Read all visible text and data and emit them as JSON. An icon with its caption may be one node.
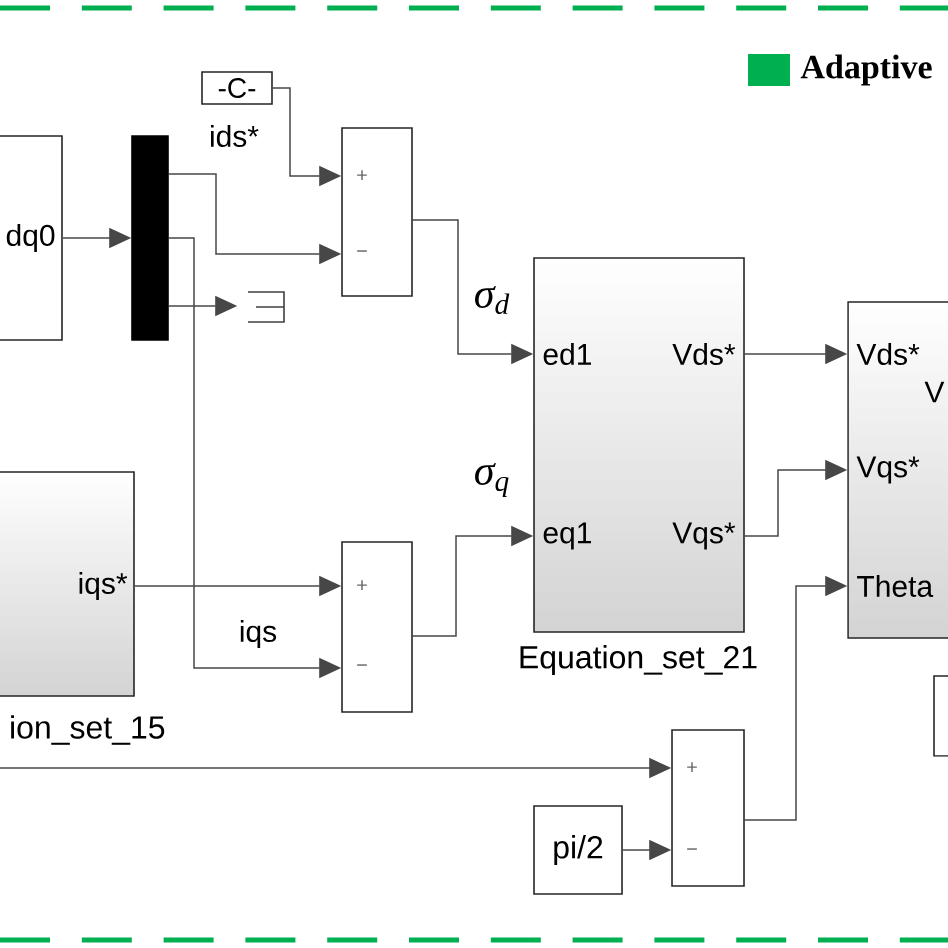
{
  "diagram": {
    "nodes": [
      {
        "text": [
          "dq0"
        ]
      },
      {
        "text": [],
        "shape": "bar"
      },
      {
        "text": [
          "-C-"
        ],
        "beside": [
          "ids*"
        ]
      },
      {
        "text": [
          "+",
          "−"
        ]
      },
      {
        "text": [],
        "shape": "bracket"
      },
      {
        "text": [
          "iqs*",
          "ion_set_15"
        ]
      },
      {
        "text": [
          "+",
          "−"
        ]
      },
      {
        "text": [
          "ed1",
          "Vds*",
          "eq1",
          "Vqs*",
          "Equation_set_21"
        ]
      },
      {
        "text": [
          "Vds*",
          "V",
          "Vqs*",
          "Theta"
        ]
      },
      {
        "text": [
          "+",
          "−"
        ]
      },
      {
        "text": [
          "pi/2"
        ]
      },
      {
        "text": [],
        "shape": "box"
      }
    ],
    "edges": [
      {
        "from": 0,
        "to": 1,
        "arrow": "to"
      },
      {
        "from": 2,
        "to": 3,
        "arrow": "to"
      },
      {
        "from": 1,
        "to": 3,
        "arrow": "to"
      },
      {
        "from": 1,
        "to": 6,
        "arrow": "to",
        "label": "iqs"
      },
      {
        "from": 1,
        "to": 4,
        "arrow": "to"
      },
      {
        "from": 3,
        "to": 7,
        "arrow": "to",
        "label": "σ$_{d}$"
      },
      {
        "from": 5,
        "to": 6,
        "arrow": "to"
      },
      {
        "from": 6,
        "to": 7,
        "arrow": "to",
        "label": "σ$_{q}$"
      },
      {
        "from": 7,
        "to": 8,
        "arrow": "to"
      },
      {
        "from": 7,
        "to": 8,
        "arrow": "to"
      },
      {
        "from": null,
        "to": 9,
        "arrow": "to"
      },
      {
        "from": 10,
        "to": 9,
        "arrow": "to"
      },
      {
        "from": 9,
        "to": 8,
        "arrow": "to"
      }
    ],
    "legend": [
      {
        "text": "Adaptive",
        "color": "#00b050"
      }
    ]
  }
}
